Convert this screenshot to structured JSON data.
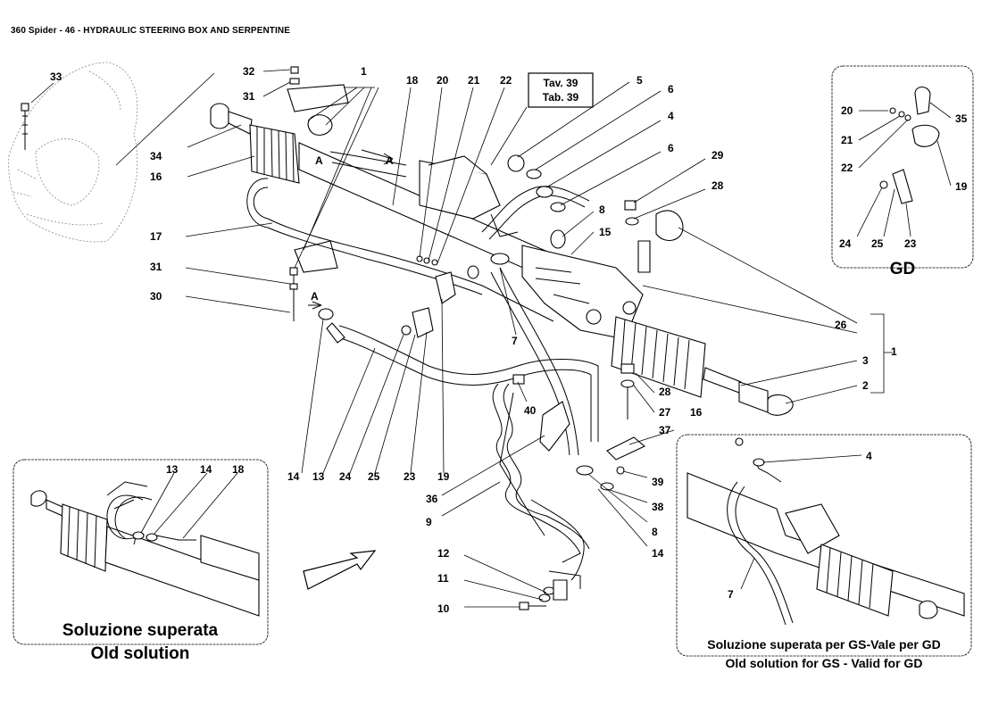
{
  "title": "360 Spider - 46 - HYDRAULIC STEERING BOX AND SERPENTINE",
  "table_ref": {
    "line1": "Tav. 39",
    "line2": "Tab. 39"
  },
  "arrow_marker": "A",
  "callouts": {
    "c33": "33",
    "c32": "32",
    "c31a": "31",
    "c1a": "1",
    "c18a": "18",
    "c20a": "20",
    "c21a": "21",
    "c22a": "22",
    "c5": "5",
    "c6a": "6",
    "c4": "4",
    "c6b": "6",
    "c29": "29",
    "c28a": "28",
    "c8a": "8",
    "c15": "15",
    "c34": "34",
    "c16a": "16",
    "c17": "17",
    "c31b": "31",
    "c30": "30",
    "c26": "26",
    "c1b": "1",
    "c3": "3",
    "c2": "2",
    "c7": "7",
    "c28b": "28",
    "c27": "27",
    "c16b": "16",
    "c40": "40",
    "c37": "37",
    "c39": "39",
    "c38": "38",
    "c8b": "8",
    "c14a": "14",
    "c36": "36",
    "c9": "9",
    "c12": "12",
    "c11": "11",
    "c10": "10",
    "c14b": "14",
    "c13b": "13",
    "c24b": "24",
    "c25b": "25",
    "c23b": "23",
    "c19b": "19",
    "c13c": "13",
    "c14c": "14",
    "c18c": "18",
    "c4c": "4",
    "c7c": "7"
  },
  "gd_inset": {
    "label": "GD",
    "callouts": {
      "c20": "20",
      "c21": "21",
      "c22": "22",
      "c35": "35",
      "c19": "19",
      "c24": "24",
      "c25": "25",
      "c23": "23"
    }
  },
  "old_solution_inset": {
    "line1": "Soluzione superata",
    "line2": "Old solution"
  },
  "gs_inset": {
    "line1": "Soluzione superata per GS-Vale per GD",
    "line2": "Old solution for GS - Valid for GD"
  }
}
